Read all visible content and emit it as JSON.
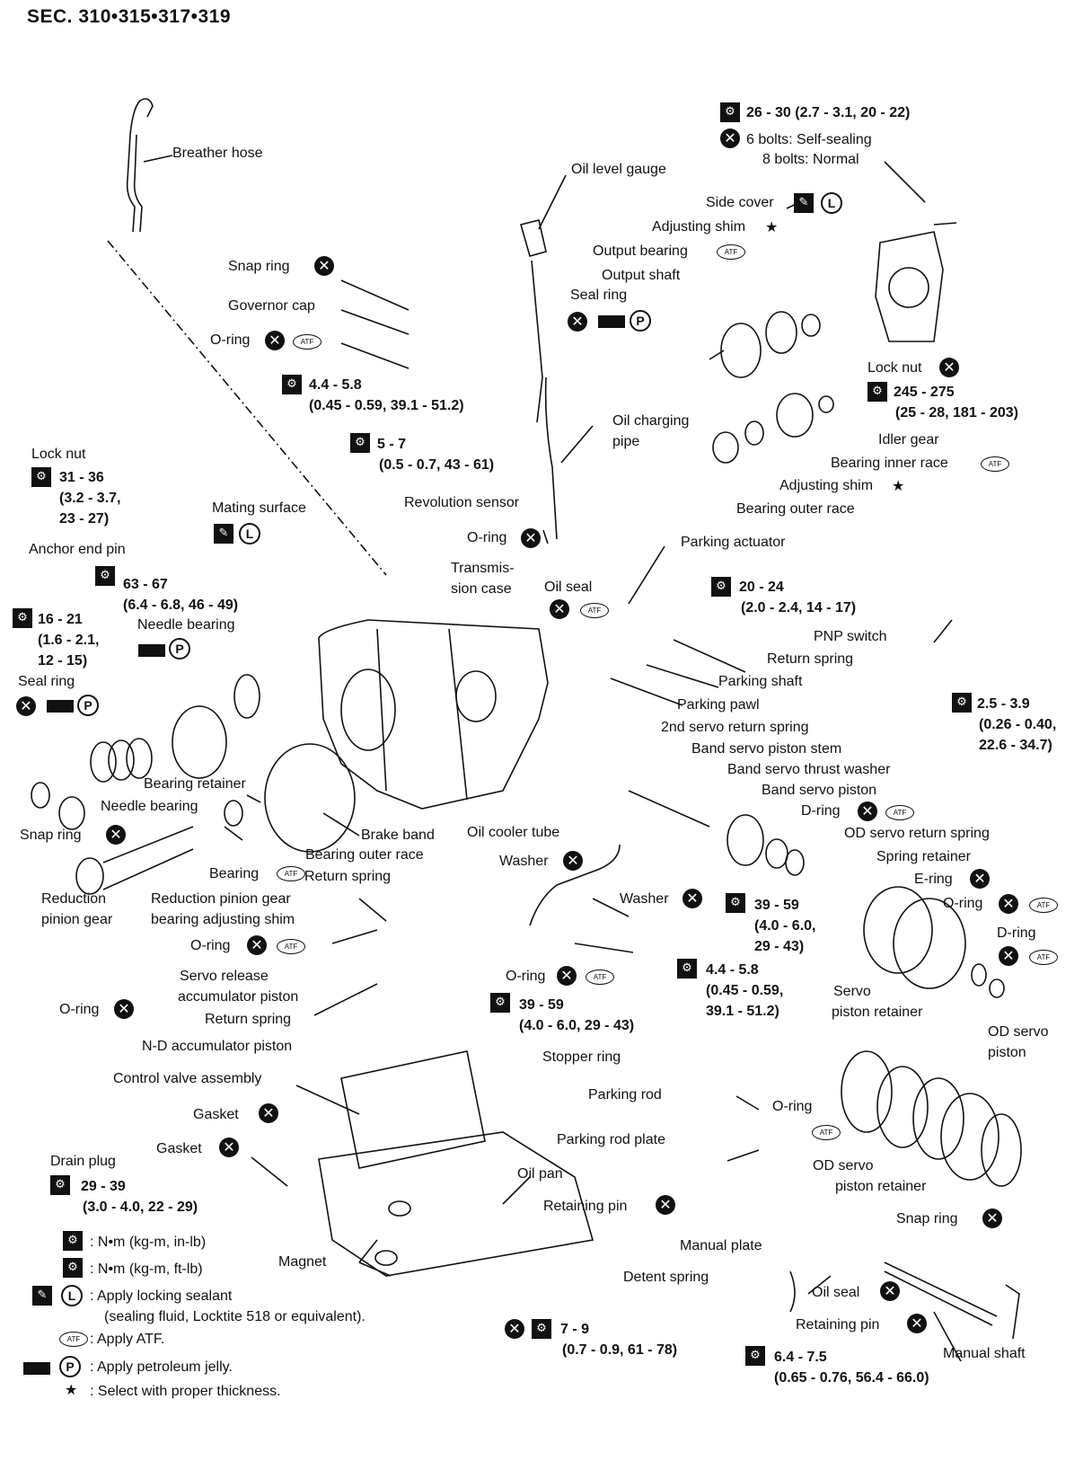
{
  "header": {
    "section": "SEC. 310•315•317•319"
  },
  "labels": {
    "breather_hose": "Breather hose",
    "oil_level_gauge": "Oil level gauge",
    "snap_ring": "Snap ring",
    "governor_cap": "Governor cap",
    "o_ring": "O-ring",
    "seal_ring": "Seal ring",
    "side_cover": "Side cover",
    "adjusting_shim": "Adjusting shim",
    "output_bearing": "Output bearing",
    "output_shaft": "Output shaft",
    "lock_nut": "Lock nut",
    "idler_gear": "Idler gear",
    "bearing_inner_race": "Bearing inner race",
    "bearing_outer_race": "Bearing outer race",
    "oil_charging_pipe_1": "Oil charging",
    "oil_charging_pipe_2": "pipe",
    "mating_surface": "Mating surface",
    "revolution_sensor": "Revolution sensor",
    "anchor_end_pin": "Anchor end pin",
    "transmission_case_1": "Transmis-",
    "transmission_case_2": "sion case",
    "oil_seal": "Oil seal",
    "parking_actuator": "Parking actuator",
    "needle_bearing": "Needle bearing",
    "pnp_switch": "PNP switch",
    "return_spring": "Return spring",
    "parking_shaft": "Parking shaft",
    "parking_pawl": "Parking pawl",
    "second_servo_return_spring": "2nd servo return spring",
    "band_servo_piston_stem": "Band servo piston stem",
    "band_servo_thrust_washer": "Band servo thrust washer",
    "band_servo_piston": "Band servo piston",
    "d_ring": "D-ring",
    "bearing_retainer": "Bearing retainer",
    "brake_band": "Brake band",
    "oil_cooler_tube": "Oil cooler tube",
    "od_servo_return_spring": "OD servo return spring",
    "spring_retainer": "Spring retainer",
    "e_ring": "E-ring",
    "bearing": "Bearing",
    "washer": "Washer",
    "reduction_pinion_gear_1": "Reduction",
    "reduction_pinion_gear_2": "pinion gear",
    "reduction_shim_1": "Reduction pinion gear",
    "reduction_shim_2": "bearing adjusting shim",
    "servo_release_acc_1": "Servo release",
    "servo_release_acc_2": "accumulator piston",
    "servo_piston_retainer_1": "Servo",
    "servo_piston_retainer_2": "piston retainer",
    "od_servo_piston_1": "OD servo",
    "od_servo_piston_2": "piston",
    "nd_accumulator_piston": "N-D accumulator piston",
    "stopper_ring": "Stopper ring",
    "control_valve_assembly": "Control valve assembly",
    "parking_rod": "Parking rod",
    "gasket": "Gasket",
    "parking_rod_plate": "Parking rod plate",
    "od_servo_piston_retainer_1": "OD servo",
    "od_servo_piston_retainer_2": "piston retainer",
    "drain_plug": "Drain plug",
    "oil_pan": "Oil pan",
    "retaining_pin": "Retaining pin",
    "manual_plate": "Manual plate",
    "magnet": "Magnet",
    "detent_spring": "Detent spring",
    "manual_shaft": "Manual shaft",
    "six_bolts": "6 bolts: Self-sealing",
    "eight_bolts": "8 bolts: Normal",
    "atf_mark": "ATF",
    "p_mark": "P",
    "l_mark": "L",
    "star_mark": "★"
  },
  "torque": {
    "t1_a": "26 - 30 (2.7 - 3.1, 20 - 22)",
    "t2_a": "4.4 - 5.8",
    "t2_b": "(0.45 - 0.59, 39.1 - 51.2)",
    "t3_a": "245 - 275",
    "t3_b": "(25 - 28, 181 - 203)",
    "t4_a": "5 - 7",
    "t4_b": "(0.5 - 0.7, 43 - 61)",
    "t5_a": "31 - 36",
    "t5_b": "(3.2 - 3.7,",
    "t5_c": "23 - 27)",
    "t6_a": "63 - 67",
    "t6_b": "(6.4 - 6.8, 46 - 49)",
    "t7_a": "16 - 21",
    "t7_b": "(1.6 - 2.1,",
    "t7_c": "12 - 15)",
    "t8_a": "20 - 24",
    "t8_b": "(2.0 - 2.4, 14 - 17)",
    "t9_a": "2.5 - 3.9",
    "t9_b": "(0.26 - 0.40,",
    "t9_c": "22.6 - 34.7)",
    "t10_a": "39 - 59",
    "t10_b": "(4.0 - 6.0,",
    "t10_c": "29 - 43)",
    "t11_a": "4.4 - 5.8",
    "t11_b": "(0.45 - 0.59,",
    "t11_c": "39.1 - 51.2)",
    "t12_a": "39 - 59",
    "t12_b": "(4.0 - 6.0, 29 - 43)",
    "t13_a": "29 - 39",
    "t13_b": "(3.0 - 4.0, 22 - 29)",
    "t14_a": "7 - 9",
    "t14_b": "(0.7 - 0.9, 61 - 78)",
    "t15_a": "6.4 - 7.5",
    "t15_b": "(0.65 - 0.76, 56.4 - 66.0)"
  },
  "legend": {
    "nm_in_lb": ": N•m (kg-m, in-lb)",
    "nm_ft_lb": ": N•m (kg-m, ft-lb)",
    "sealant_1": ": Apply locking sealant",
    "sealant_2": "(sealing fluid, Locktite 518 or equivalent).",
    "apply_atf": ": Apply ATF.",
    "apply_jelly": ": Apply petroleum jelly.",
    "select_thickness": ": Select with proper thickness."
  }
}
